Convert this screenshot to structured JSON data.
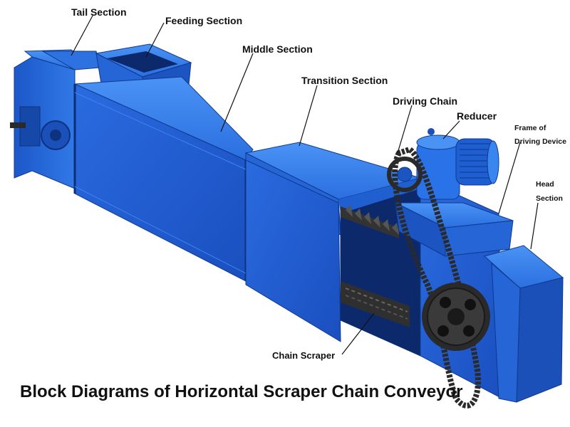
{
  "labels": {
    "tail_section": "Tail Section",
    "feeding_section": "Feeding Section",
    "middle_section": "Middle Section",
    "transition_section": "Transition Section",
    "driving_chain": "Driving Chain",
    "reducer": "Reducer",
    "frame_of_driving_device_line1": "Frame of",
    "frame_of_driving_device_line2": "Driving Device",
    "head_section_line1": "Head",
    "head_section_line2": "Section",
    "chain_scraper": "Chain Scraper"
  },
  "title": "Block Diagrams of Horizontal Scraper Chain Conveyor",
  "colors": {
    "body_blue": "#1f5fd0",
    "body_blue_dark": "#123f99",
    "body_blue_light": "#3a86f0",
    "interior": "#0c2a6b",
    "chain": "#2a2a2a"
  }
}
